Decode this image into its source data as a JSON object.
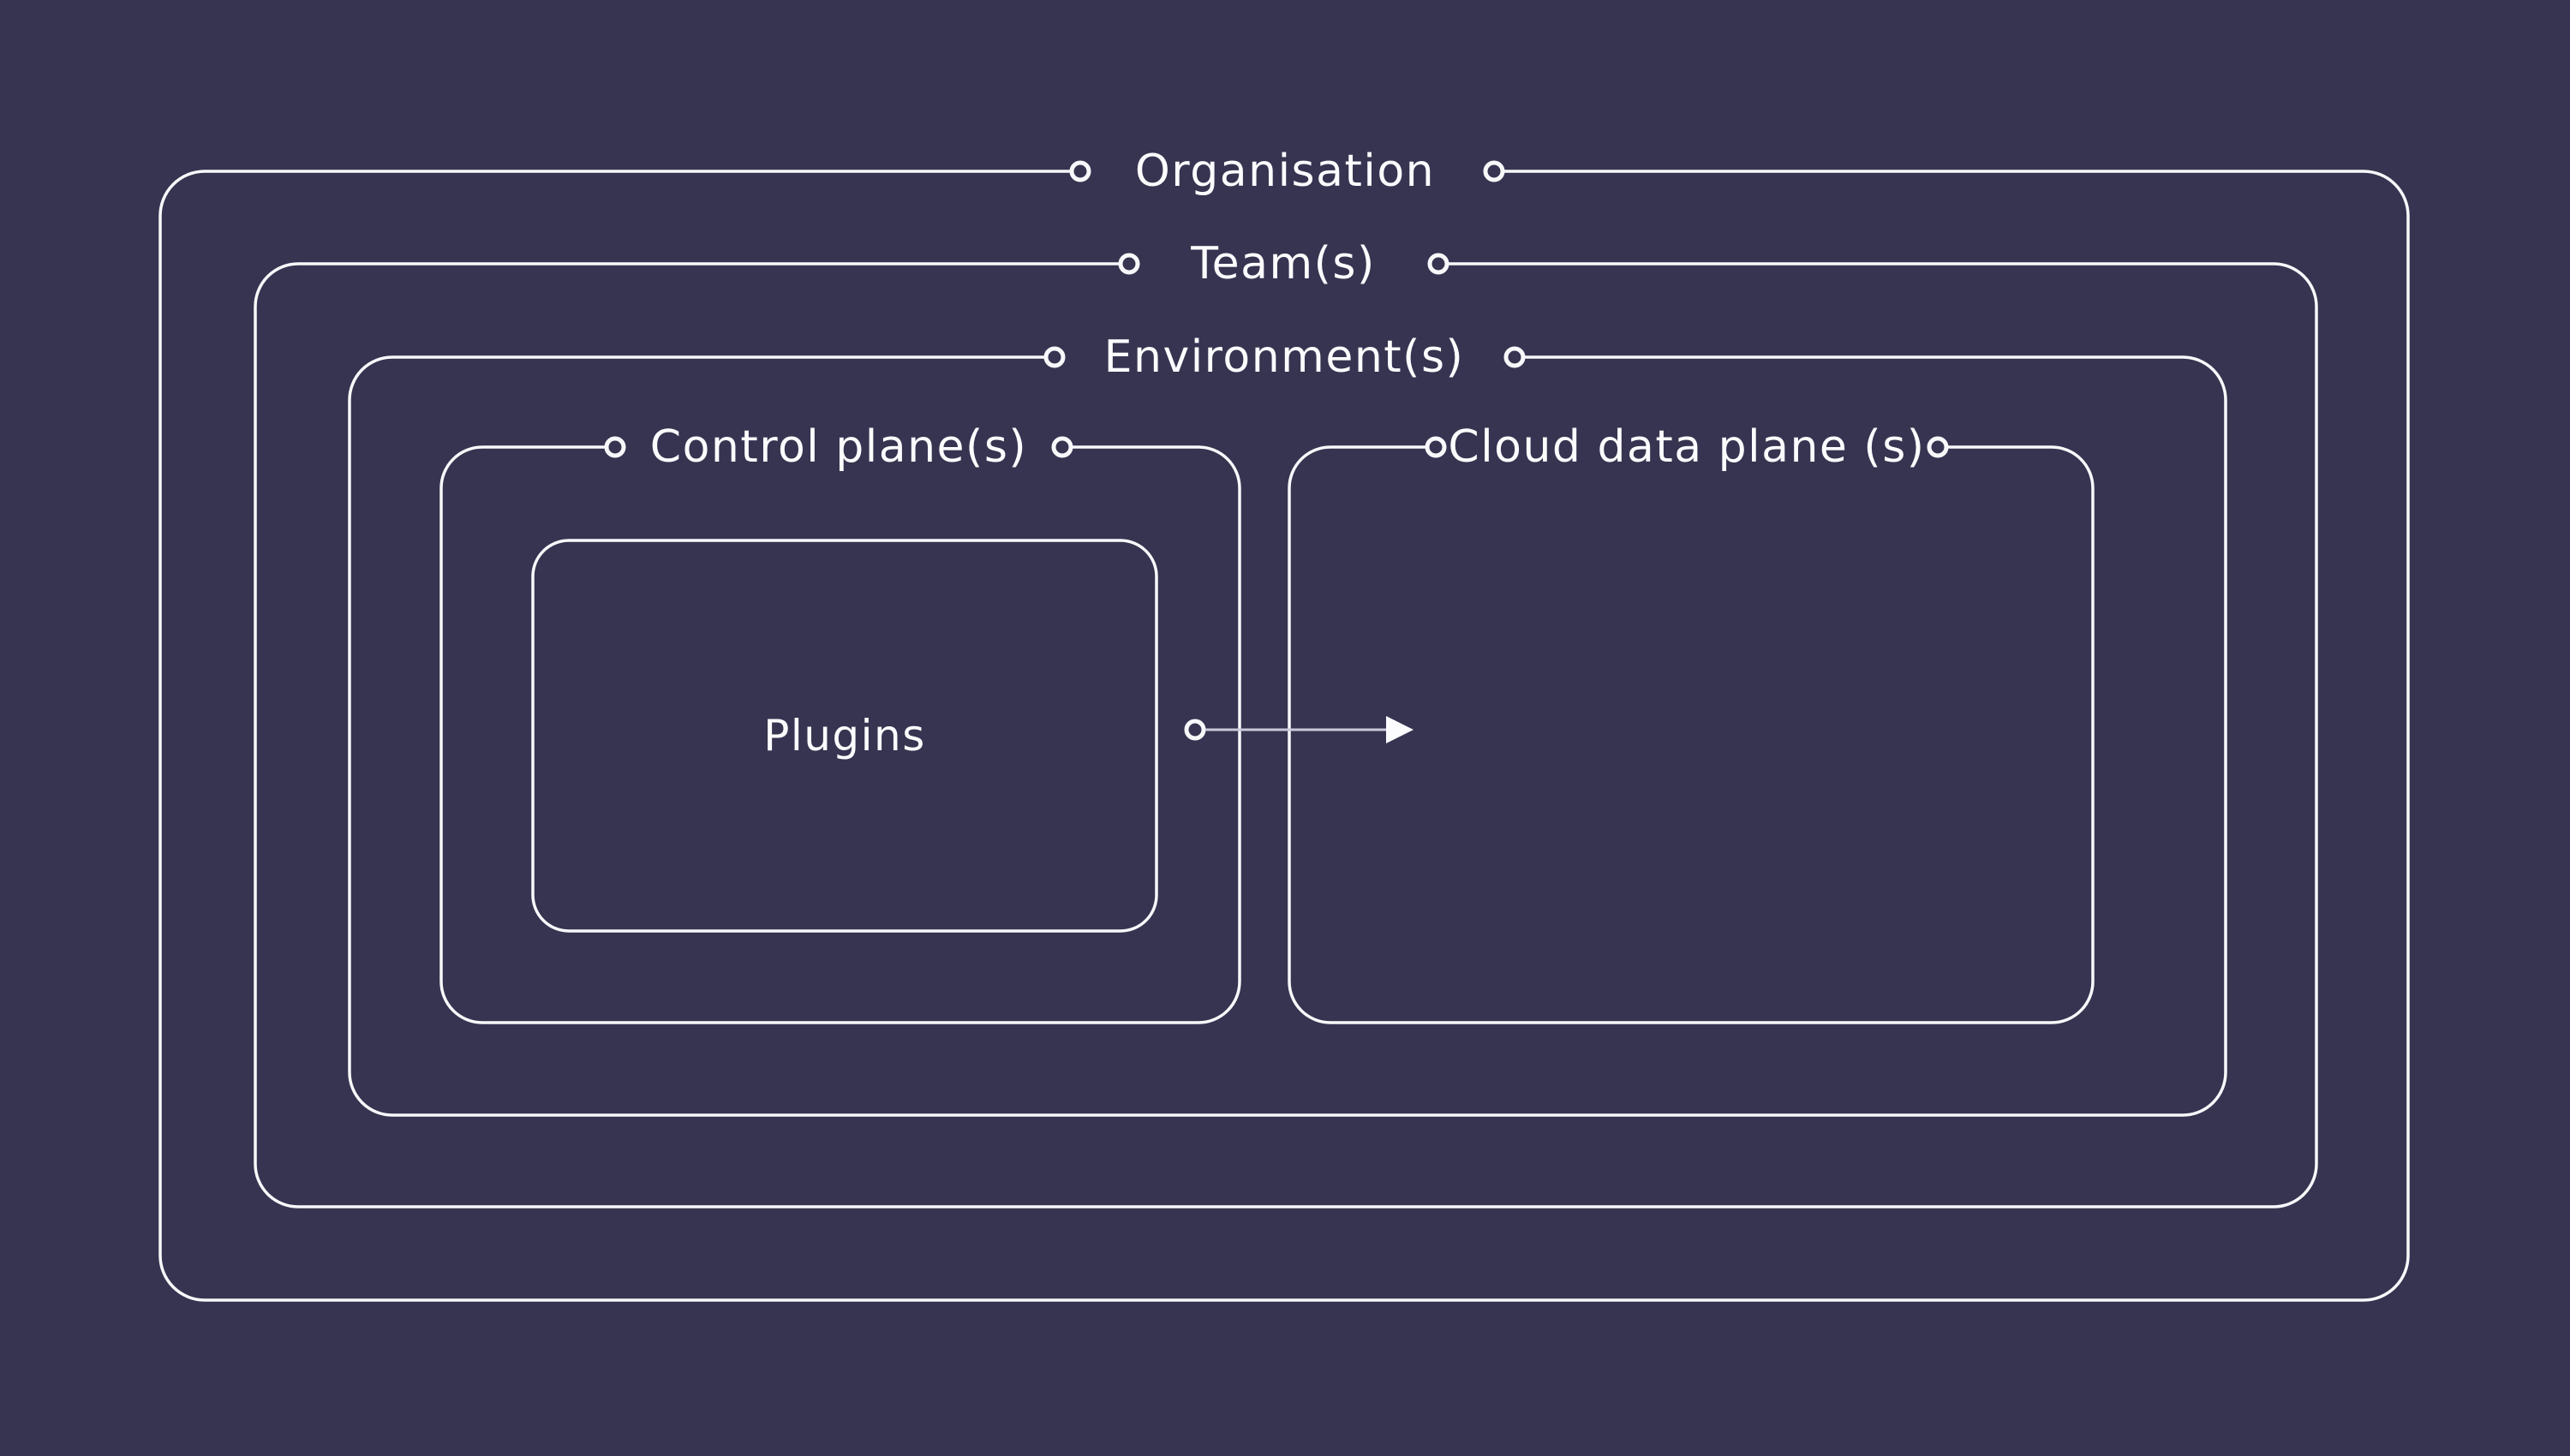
{
  "colors": {
    "background": "#363450",
    "line": "#f8f8fb",
    "text": "#fcfcfe",
    "arrow": "#c9c9db"
  },
  "labels": {
    "organisation": "Organisation",
    "teams": "Team(s)",
    "environments": "Environment(s)",
    "control_plane": "Control plane(s)",
    "cloud_data_plane": "Cloud data plane (s)",
    "plugins": "Plugins"
  }
}
